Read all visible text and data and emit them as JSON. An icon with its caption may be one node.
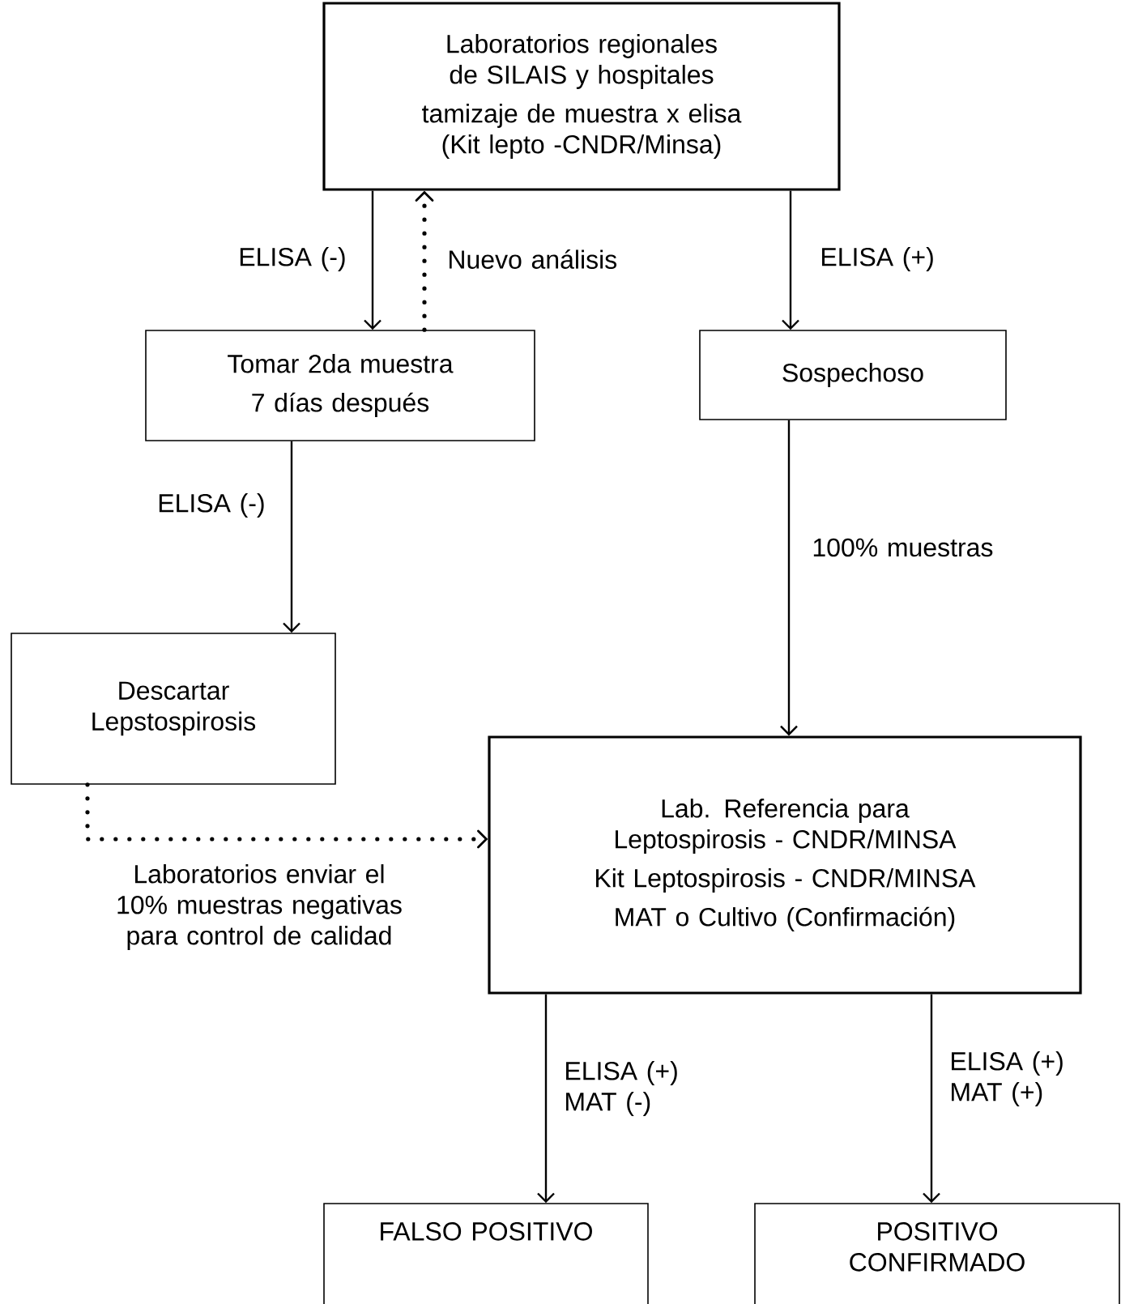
{
  "diagram": {
    "nodes": [
      {
        "text": [
          "Laboratorios regionales de SILAIS y hospitales",
          "tamizaje de muestra x elisa (Kit lepto -CNDR/Minsa)"
        ]
      },
      {
        "text": [
          "Tomar 2da muestra",
          "7 días después"
        ]
      },
      {
        "text": [
          "Sospechoso"
        ]
      },
      {
        "text": [
          "Descartar Lepstospirosis"
        ]
      },
      {
        "text": [
          "Lab. Referencia para Leptospirosis - CNDR/MINSA",
          "Kit Leptospirosis - CNDR/MINSA",
          "MAT o Cultivo (Confirmación)"
        ]
      },
      {
        "text": [
          "FALSO POSITIVO"
        ]
      },
      {
        "text": [
          "POSITIVO CONFIRMADO"
        ]
      }
    ],
    "edges": [
      {
        "from": 0,
        "to": 1,
        "arrow": "to",
        "label": "ELISA (-)"
      },
      {
        "from": 1,
        "to": 0,
        "arrow": "to",
        "label": "Nuevo análisis",
        "style": "dashed"
      },
      {
        "from": 0,
        "to": 2,
        "arrow": "to",
        "label": "ELISA (+)"
      },
      {
        "from": 1,
        "to": 3,
        "arrow": "to",
        "label": "ELISA (-)"
      },
      {
        "from": 2,
        "to": 4,
        "arrow": "to",
        "label": "100% muestras"
      },
      {
        "from": 3,
        "to": 4,
        "arrow": "to",
        "label": "Laboratorios enviar el 10% muestras negativas para control de calidad",
        "style": "dashed"
      },
      {
        "from": 4,
        "to": 5,
        "arrow": "to",
        "label": "ELISA (+) MAT (-)"
      },
      {
        "from": 4,
        "to": 6,
        "arrow": "to",
        "label": "ELISA (+) MAT (+)"
      }
    ]
  }
}
